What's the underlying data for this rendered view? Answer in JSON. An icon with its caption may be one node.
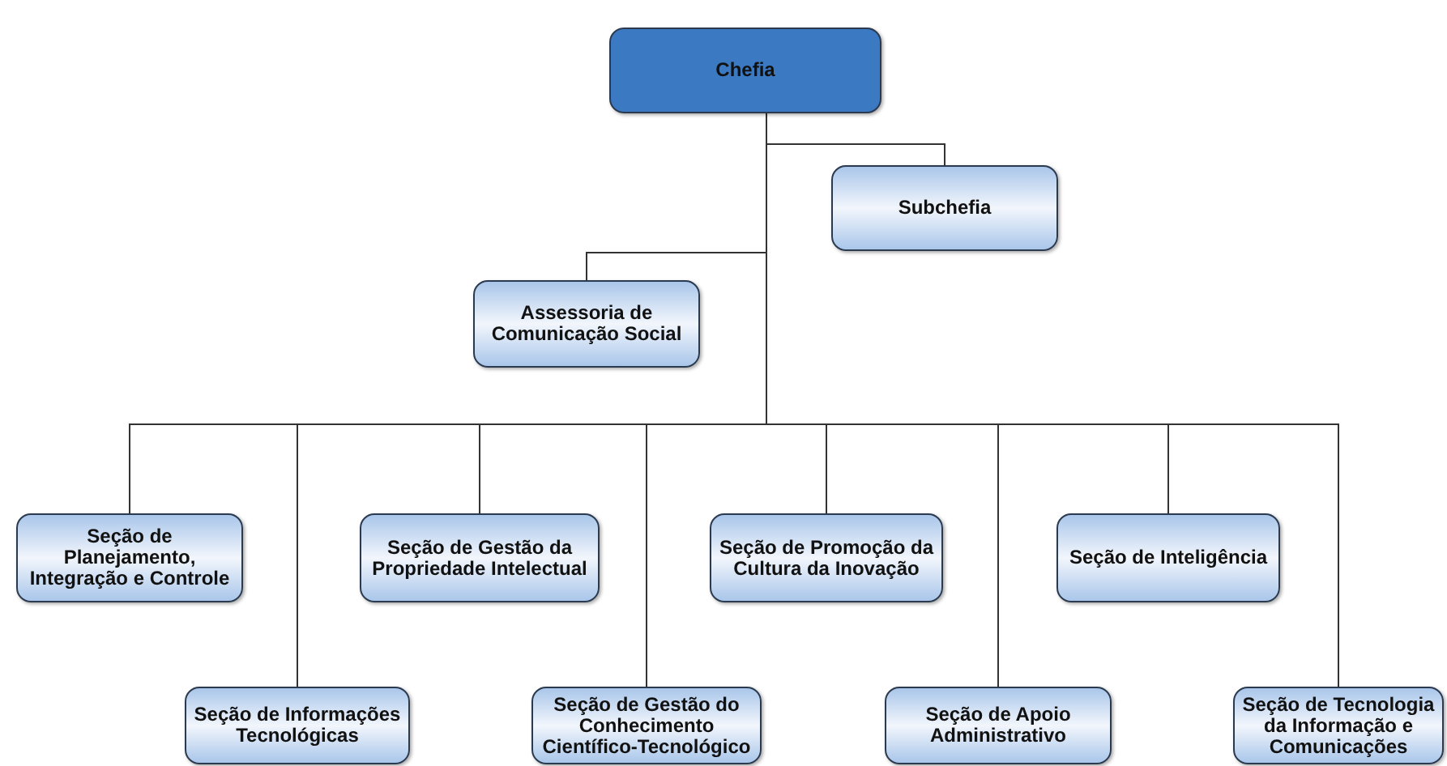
{
  "diagram": {
    "nodes": [
      {
        "text": [
          "Chefia"
        ]
      },
      {
        "text": [
          "Subchefia"
        ]
      },
      {
        "text": [
          "Assessoria de Comunicação Social"
        ]
      },
      {
        "text": [
          "Seção de Planejamento, Integração e Controle"
        ]
      },
      {
        "text": [
          "Seção de Informações Tecnológicas"
        ]
      },
      {
        "text": [
          "Seção de Gestão da Propriedade Intelectual"
        ]
      },
      {
        "text": [
          "Seção de Gestão do Conhecimento Científico-Tecnológico"
        ]
      },
      {
        "text": [
          "Seção de Promoção da Cultura da Inovação"
        ]
      },
      {
        "text": [
          "Seção de Apoio Administrativo"
        ]
      },
      {
        "text": [
          "Seção de Inteligência"
        ]
      },
      {
        "text": [
          "Seção de Tecnologia da Informação e Comunicações"
        ]
      }
    ],
    "edges": [
      {
        "from": 0,
        "to": 1,
        "arrow": "none"
      },
      {
        "from": 0,
        "to": 2,
        "arrow": "none"
      },
      {
        "from": 0,
        "to": 3,
        "arrow": "none"
      },
      {
        "from": 0,
        "to": 4,
        "arrow": "none"
      },
      {
        "from": 0,
        "to": 5,
        "arrow": "none"
      },
      {
        "from": 0,
        "to": 6,
        "arrow": "none"
      },
      {
        "from": 0,
        "to": 7,
        "arrow": "none"
      },
      {
        "from": 0,
        "to": 8,
        "arrow": "none"
      },
      {
        "from": 0,
        "to": 9,
        "arrow": "none"
      },
      {
        "from": 0,
        "to": 10,
        "arrow": "none"
      }
    ]
  }
}
